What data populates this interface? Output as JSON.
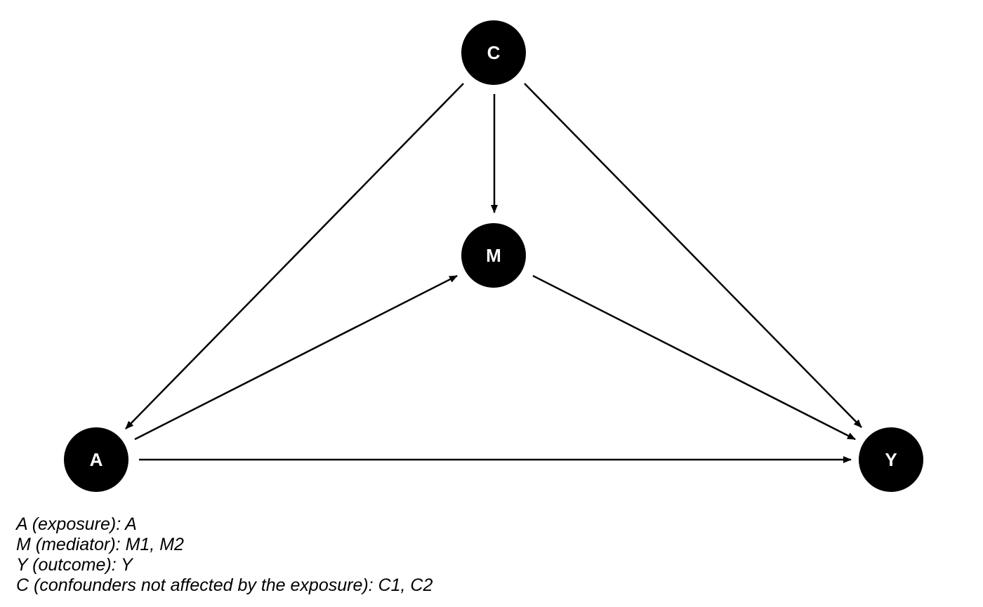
{
  "diagram": {
    "nodes": [
      {
        "id": "C",
        "label": "C"
      },
      {
        "id": "M",
        "label": "M"
      },
      {
        "id": "A",
        "label": "A"
      },
      {
        "id": "Y",
        "label": "Y"
      }
    ],
    "edges": [
      {
        "from": "C",
        "to": "A"
      },
      {
        "from": "C",
        "to": "M"
      },
      {
        "from": "C",
        "to": "Y"
      },
      {
        "from": "A",
        "to": "M"
      },
      {
        "from": "M",
        "to": "Y"
      },
      {
        "from": "A",
        "to": "Y"
      }
    ],
    "node_color": "#000000",
    "label_color": "#ffffff",
    "edge_color": "#000000"
  },
  "legend": [
    "A (exposure): A",
    "M (mediator): M1, M2",
    "Y (outcome): Y",
    "C (confounders not affected by the exposure): C1, C2"
  ]
}
